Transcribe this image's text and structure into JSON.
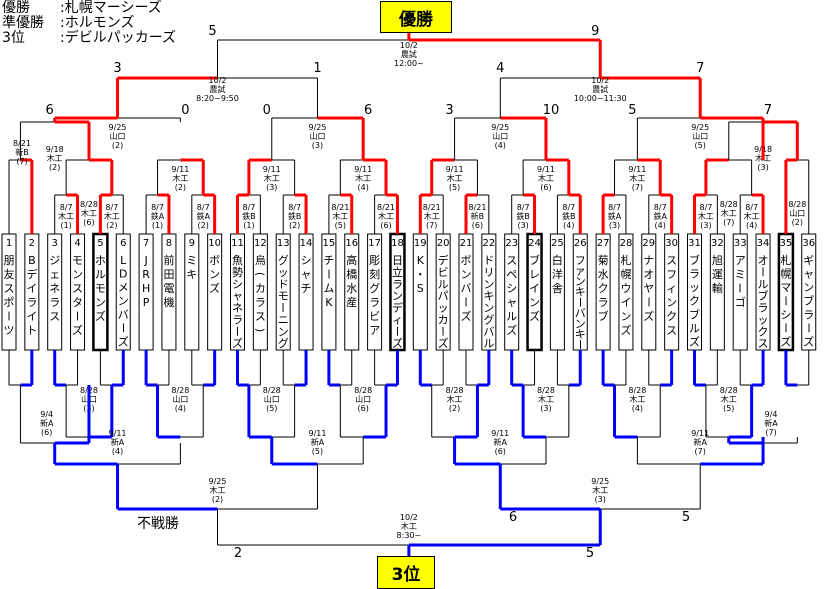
{
  "results": {
    "rows": [
      {
        "label": "優勝",
        "team": "札幌マーシーズ"
      },
      {
        "label": "準優勝",
        "team": "ホルモンズ"
      },
      {
        "label": "3位",
        "team": "デビルパッカーズ"
      }
    ]
  },
  "champion_banner": "優勝",
  "third_banner": "3位",
  "bye_label": "不戦勝",
  "colors": {
    "win": "#ff0000",
    "loser_bracket": "#0000ff",
    "line": "#000000",
    "lost": "#808080",
    "banner": "#ffff00"
  },
  "teams": [
    {
      "no": "1",
      "name": "朋友スポーツ"
    },
    {
      "no": "2",
      "name": "Bデイライト"
    },
    {
      "no": "3",
      "name": "ジェネラス"
    },
    {
      "no": "4",
      "name": "モンスターズ"
    },
    {
      "no": "5",
      "name": "ホルモンズ",
      "bold": true
    },
    {
      "no": "6",
      "name": "LDメンバーズ"
    },
    {
      "no": "7",
      "name": "JRHP"
    },
    {
      "no": "8",
      "name": "前田電機"
    },
    {
      "no": "9",
      "name": "ミキ"
    },
    {
      "no": "10",
      "name": "ボンズ"
    },
    {
      "no": "11",
      "name": "魚勢シャネラーズ"
    },
    {
      "no": "12",
      "name": "烏(カラス)"
    },
    {
      "no": "13",
      "name": "グッドモーニング"
    },
    {
      "no": "14",
      "name": "シャチ"
    },
    {
      "no": "15",
      "name": "チームK"
    },
    {
      "no": "16",
      "name": "高橋水産"
    },
    {
      "no": "17",
      "name": "彫刻グラビア"
    },
    {
      "no": "18",
      "name": "日立ランディーズ",
      "bold": true
    },
    {
      "no": "19",
      "name": "K・S"
    },
    {
      "no": "20",
      "name": "デビルパッカーズ"
    },
    {
      "no": "21",
      "name": "ボンバーズ"
    },
    {
      "no": "22",
      "name": "ドリンキングバル"
    },
    {
      "no": "23",
      "name": "スペシャルズ"
    },
    {
      "no": "24",
      "name": "ブレインズ",
      "bold": true
    },
    {
      "no": "25",
      "name": "白洋舎"
    },
    {
      "no": "26",
      "name": "ファンキーバンキー"
    },
    {
      "no": "27",
      "name": "菊水クラブ"
    },
    {
      "no": "28",
      "name": "札幌ウインズ"
    },
    {
      "no": "29",
      "name": "ナオヤーズ"
    },
    {
      "no": "30",
      "name": "スフィンクス"
    },
    {
      "no": "31",
      "name": "ブラックブルズ"
    },
    {
      "no": "32",
      "name": "旭運輸"
    },
    {
      "no": "33",
      "name": "アミーゴ"
    },
    {
      "no": "34",
      "name": "オールブラックス"
    },
    {
      "no": "35",
      "name": "札幌マーシーズ",
      "bold": true
    },
    {
      "no": "36",
      "name": "ギャンブラーズ"
    }
  ],
  "upper_games": [
    {
      "date": "8/21",
      "venue": "新B",
      "game": "(7)"
    },
    {
      "date": "8/7",
      "venue": "木工",
      "game": "(1)"
    },
    {
      "date": "8/7",
      "venue": "木工",
      "game": "(2)"
    },
    {
      "date": "8/7",
      "venue": "鉄A",
      "game": "(1)"
    },
    {
      "date": "8/7",
      "venue": "鉄A",
      "game": "(2)"
    },
    {
      "date": "8/7",
      "venue": "鉄B",
      "game": "(1)"
    },
    {
      "date": "8/7",
      "venue": "鉄B",
      "game": "(2)"
    },
    {
      "date": "8/21",
      "venue": "木工",
      "game": "(5)"
    },
    {
      "date": "8/21",
      "venue": "木工",
      "game": "(6)"
    },
    {
      "date": "8/21",
      "venue": "木工",
      "game": "(7)"
    },
    {
      "date": "8/21",
      "venue": "新B",
      "game": "(6)"
    },
    {
      "date": "8/7",
      "venue": "鉄B",
      "game": "(3)"
    },
    {
      "date": "8/7",
      "venue": "鉄B",
      "game": "(4)"
    },
    {
      "date": "8/7",
      "venue": "鉄A",
      "game": "(3)"
    },
    {
      "date": "8/7",
      "venue": "鉄A",
      "game": "(4)"
    },
    {
      "date": "8/7",
      "venue": "木工",
      "game": "(3)"
    },
    {
      "date": "8/7",
      "venue": "木工",
      "game": "(4)"
    },
    {
      "date": "8/28",
      "venue": "山口",
      "game": "(2)"
    },
    {
      "date": "8/28",
      "venue": "木工",
      "game": "(6)"
    },
    {
      "date": "9/11",
      "venue": "木工",
      "game": "(2)"
    },
    {
      "date": "9/11",
      "venue": "木工",
      "game": "(3)"
    },
    {
      "date": "9/11",
      "venue": "木工",
      "game": "(4)"
    },
    {
      "date": "9/11",
      "venue": "木工",
      "game": "(5)"
    },
    {
      "date": "9/11",
      "venue": "木工",
      "game": "(6)"
    },
    {
      "date": "9/11",
      "venue": "木工",
      "game": "(7)"
    },
    {
      "date": "8/28",
      "venue": "木工",
      "game": "(7)"
    },
    {
      "date": "9/18",
      "venue": "木工",
      "game": "(2)"
    },
    {
      "date": "9/18",
      "venue": "木工",
      "game": "(3)"
    },
    {
      "date": "9/25",
      "venue": "山口",
      "game": "(2)"
    },
    {
      "date": "9/25",
      "venue": "山口",
      "game": "(3)"
    },
    {
      "date": "9/25",
      "venue": "山口",
      "game": "(4)"
    },
    {
      "date": "9/25",
      "venue": "山口",
      "game": "(5)"
    },
    {
      "date": "10/2",
      "venue": "農試",
      "game": "8:20~9:50"
    },
    {
      "date": "10/2",
      "venue": "農試",
      "game": "10:00~11:30"
    },
    {
      "date": "10/2",
      "venue": "農試",
      "game": "12:00~"
    }
  ],
  "scores": {
    "final": [
      "5",
      "9"
    ],
    "semi_left": [
      "3",
      "1"
    ],
    "semi_right": [
      "4",
      "7"
    ],
    "qf": [
      "6",
      "0",
      "0",
      "6",
      "3",
      "10",
      "5",
      "7"
    ],
    "third_place": [
      "2",
      "5"
    ],
    "loser_semi_right": [
      "6",
      "5"
    ]
  },
  "lower_games": [
    {
      "date": "8/28",
      "venue": "山口",
      "game": "(3)"
    },
    {
      "date": "8/28",
      "venue": "山口",
      "game": "(4)"
    },
    {
      "date": "8/28",
      "venue": "山口",
      "game": "(5)"
    },
    {
      "date": "8/28",
      "venue": "山口",
      "game": "(6)"
    },
    {
      "date": "8/28",
      "venue": "木工",
      "game": "(2)"
    },
    {
      "date": "8/28",
      "venue": "木工",
      "game": "(3)"
    },
    {
      "date": "8/28",
      "venue": "木工",
      "game": "(4)"
    },
    {
      "date": "8/28",
      "venue": "木工",
      "game": "(5)"
    },
    {
      "date": "9/4",
      "venue": "新A",
      "game": "(6)"
    },
    {
      "date": "9/4",
      "venue": "新A",
      "game": "(7)"
    },
    {
      "date": "9/11",
      "venue": "新A",
      "game": "(4)"
    },
    {
      "date": "9/11",
      "venue": "新A",
      "game": "(5)"
    },
    {
      "date": "9/11",
      "venue": "新A",
      "game": "(6)"
    },
    {
      "date": "9/11",
      "venue": "新A",
      "game": "(7)"
    },
    {
      "date": "9/25",
      "venue": "木工",
      "game": "(2)"
    },
    {
      "date": "9/25",
      "venue": "木工",
      "game": "(3)"
    },
    {
      "date": "10/2",
      "venue": "木工",
      "game": "8:30~"
    }
  ]
}
